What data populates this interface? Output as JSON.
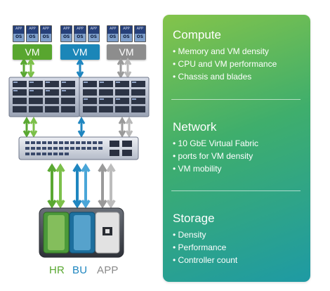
{
  "vms": [
    {
      "label": "VM",
      "color": "#58a62f",
      "apps": [
        {
          "app": "APP",
          "os": "OS"
        },
        {
          "app": "APP",
          "os": "OS"
        },
        {
          "app": "APP",
          "os": "OS"
        }
      ]
    },
    {
      "label": "VM",
      "color": "#1b86b8",
      "apps": [
        {
          "app": "APP",
          "os": "OS"
        },
        {
          "app": "APP",
          "os": "OS"
        },
        {
          "app": "APP",
          "os": "OS"
        }
      ]
    },
    {
      "label": "VM",
      "color": "#8d8d8d",
      "apps": [
        {
          "app": "APP",
          "os": "OS"
        },
        {
          "app": "APP",
          "os": "OS"
        },
        {
          "app": "APP",
          "os": "OS"
        }
      ]
    }
  ],
  "legend": [
    {
      "label": "HR",
      "color": "#5aa832"
    },
    {
      "label": "BU",
      "color": "#1f86c0"
    },
    {
      "label": "APP",
      "color": "#8a8a8a"
    }
  ],
  "panel": {
    "compute": {
      "title": "Compute",
      "items": [
        "Memory and VM density",
        "CPU and VM performance",
        "Chassis and blades"
      ]
    },
    "network": {
      "title": "Network",
      "items": [
        "10 GbE Virtual Fabric",
        "ports for VM density",
        "VM mobility"
      ]
    },
    "storage": {
      "title": "Storage",
      "items": [
        "Density",
        "Performance",
        "Controller count"
      ]
    }
  }
}
